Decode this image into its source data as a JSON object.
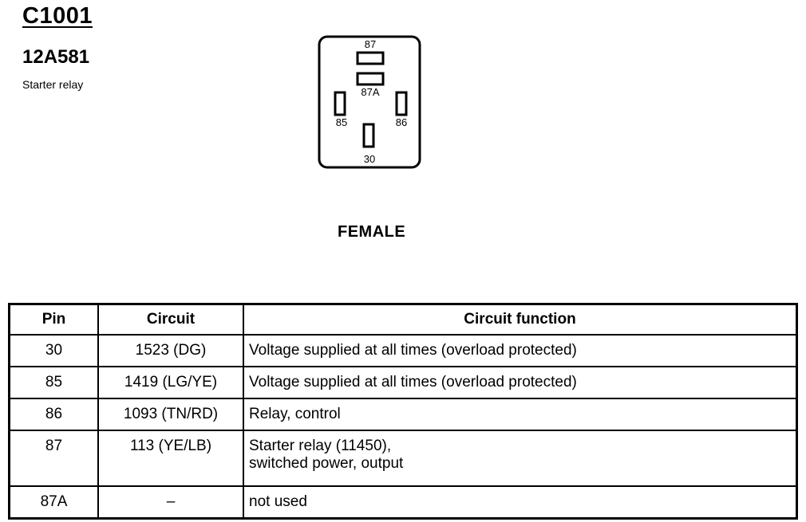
{
  "header": {
    "connector_id": "C1001",
    "part_number": "12A581",
    "description": "Starter relay"
  },
  "connector": {
    "gender": "FEMALE",
    "pins": [
      "87",
      "87A",
      "85",
      "86",
      "30"
    ]
  },
  "table": {
    "headers": [
      "Pin",
      "Circuit",
      "Circuit function"
    ],
    "rows": [
      {
        "pin": "30",
        "circuit": "1523 (DG)",
        "function": [
          "Voltage supplied at all times (overload protected)"
        ]
      },
      {
        "pin": "85",
        "circuit": "1419 (LG/YE)",
        "function": [
          "Voltage supplied at all times (overload protected)"
        ]
      },
      {
        "pin": "86",
        "circuit": "1093 (TN/RD)",
        "function": [
          "Relay, control"
        ]
      },
      {
        "pin": "87",
        "circuit": "113 (YE/LB)",
        "function": [
          "Starter relay (11450),",
          "switched power, output"
        ]
      },
      {
        "pin": "87A",
        "circuit": "–",
        "function": [
          "not used"
        ]
      }
    ]
  }
}
